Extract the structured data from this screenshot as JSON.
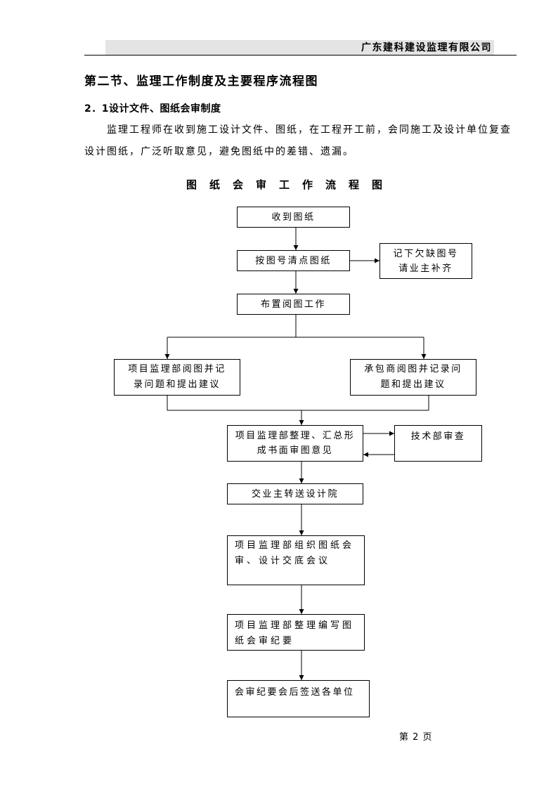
{
  "header": {
    "company": "广东建科建设监理有限公司"
  },
  "section_title": "第二节、监理工作制度及主要程序流程图",
  "subsection_title": "2．1设计文件、图纸会审制度",
  "paragraph": {
    "lines": [
      "监理工程师在收到施工设计文件、图纸，在工程开工前，会同施工及设计单位复查",
      "设计图纸，广泛听取意见，避免图纸中的差错、遗漏。"
    ]
  },
  "flowchart": {
    "title": "图纸会审工作流程图",
    "steps": {
      "receive": {
        "lines": [
          "收到图纸"
        ]
      },
      "count": {
        "lines": [
          "按图号清点图纸"
        ]
      },
      "missing": {
        "lines": [
          "记下欠缺图号",
          "请业主补齐"
        ]
      },
      "arrange": {
        "lines": [
          "布置阅图工作"
        ]
      },
      "supervisor": {
        "lines": [
          "项目监理部阅图并记",
          "录问题和提出建议"
        ]
      },
      "contractor": {
        "lines": [
          "承包商阅图并记录问",
          "题和提出建议"
        ]
      },
      "compile": {
        "lines": [
          "项目监理部整理、汇总形",
          "成书面审图意见"
        ]
      },
      "tech": {
        "lines": [
          "技术部审查"
        ]
      },
      "send": {
        "lines": [
          "交业主转送设计院"
        ]
      },
      "meeting": {
        "lines": [
          "项目监理部组织图纸会",
          "审、设计交底会议"
        ]
      },
      "minutes": {
        "lines": [
          "项目监理部整理编写图",
          "纸会审纪要"
        ]
      },
      "distribute": {
        "lines": [
          "会审纪要会后签送各单位"
        ]
      }
    }
  },
  "footer": {
    "page": "第 2 页"
  }
}
